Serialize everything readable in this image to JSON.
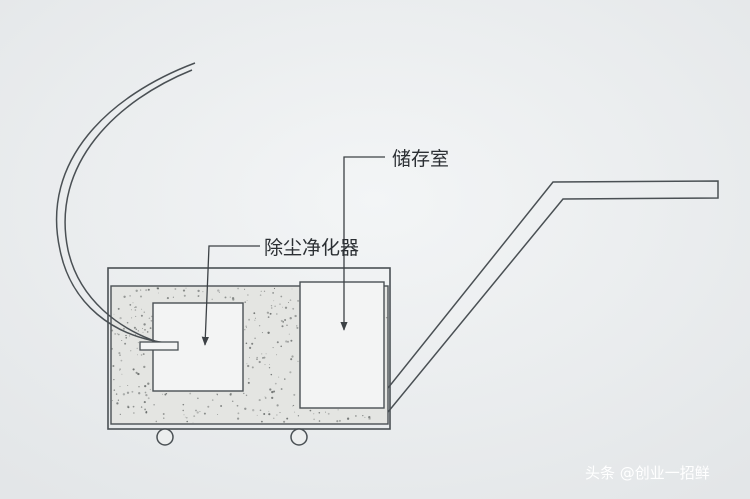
{
  "labels": {
    "storage_room": "储存室",
    "dust_purifier": "除尘净化器"
  },
  "watermark": {
    "text": "头条 @创业一招鲜"
  },
  "colors": {
    "background": "#eef0f1",
    "line": "#4a5054",
    "fill_speckle": "#e4e5e2",
    "speckle_dot": "#5b5f5e",
    "inner_box": "#f3f4f4"
  }
}
